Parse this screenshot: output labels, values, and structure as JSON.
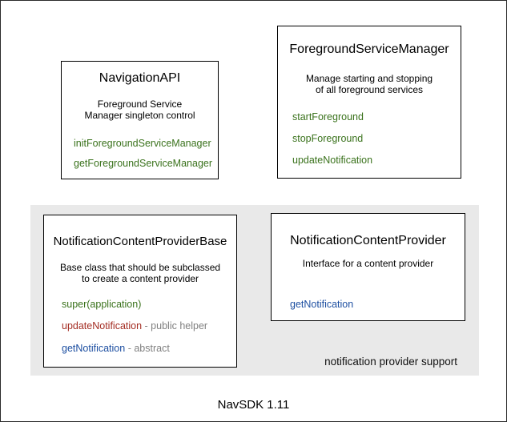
{
  "diagram": {
    "footer_label": "NavSDK 1.11",
    "gray_region_label": "notification provider support"
  },
  "colors": {
    "method_green": "#3a721c",
    "method_red": "#a42d23",
    "method_blue": "#1d4fa1",
    "annotation_gray": "#808080",
    "gray_region_bg": "#e9e9e9",
    "box_border": "#000000",
    "canvas_bg": "#ffffff"
  },
  "boxes": [
    {
      "id": "navigation-api",
      "title": "NavigationAPI",
      "description": [
        "Foreground Service",
        "Manager singleton control"
      ],
      "methods": [
        {
          "name": "initForegroundServiceManager",
          "suffix": "",
          "color": "green"
        },
        {
          "name": "getForegroundServiceManager",
          "suffix": "",
          "color": "green"
        }
      ]
    },
    {
      "id": "foreground-service-manager",
      "title": "ForegroundServiceManager",
      "description": [
        "Manage starting and stopping",
        "of all foreground services"
      ],
      "methods": [
        {
          "name": "startForeground",
          "suffix": "",
          "color": "green"
        },
        {
          "name": "stopForeground",
          "suffix": "",
          "color": "green"
        },
        {
          "name": "updateNotification",
          "suffix": "",
          "color": "green"
        }
      ]
    },
    {
      "id": "notification-content-provider-base",
      "title": "NotificationContentProviderBase",
      "description": [
        "Base class that should be subclassed",
        "to create a content provider"
      ],
      "methods": [
        {
          "name": "super(application)",
          "suffix": "",
          "color": "green"
        },
        {
          "name": "updateNotification",
          "suffix": " - public helper",
          "color": "red"
        },
        {
          "name": "getNotification",
          "suffix": " - abstract",
          "color": "blue"
        }
      ]
    },
    {
      "id": "notification-content-provider",
      "title": "NotificationContentProvider",
      "description": [
        "Interface for a content provider"
      ],
      "methods": [
        {
          "name": "getNotification",
          "suffix": "",
          "color": "blue"
        }
      ]
    }
  ]
}
